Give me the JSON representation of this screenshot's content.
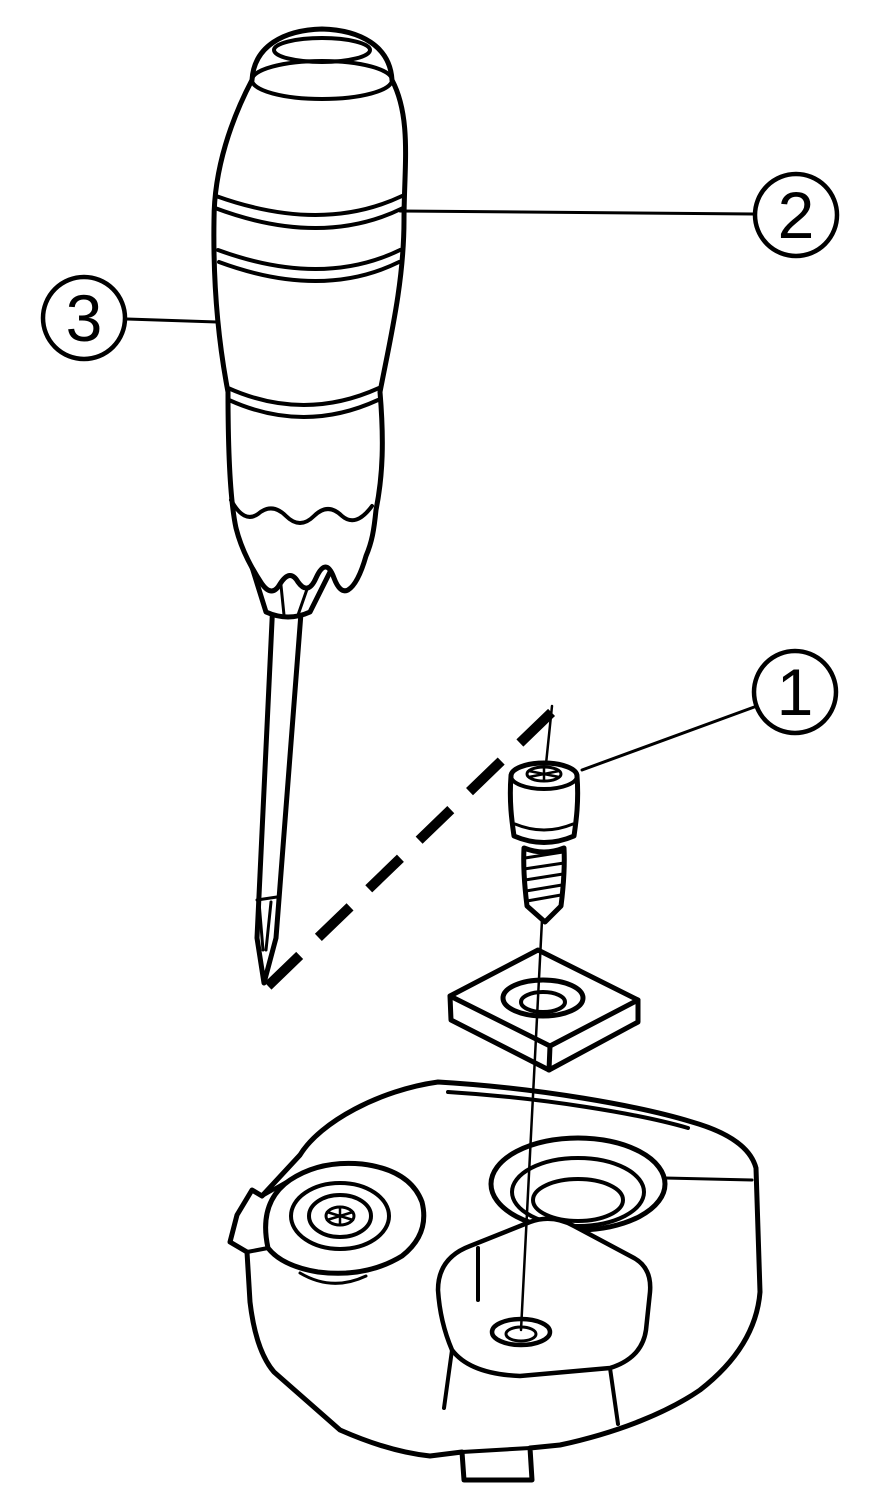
{
  "figure": {
    "background_color": "#ffffff",
    "line_color": "#000000",
    "callouts": [
      {
        "label": "1",
        "points_to": "insert-screw"
      },
      {
        "label": "2",
        "points_to": "screwdriver-shaft-top"
      },
      {
        "label": "3",
        "points_to": "screwdriver-handle"
      }
    ]
  }
}
